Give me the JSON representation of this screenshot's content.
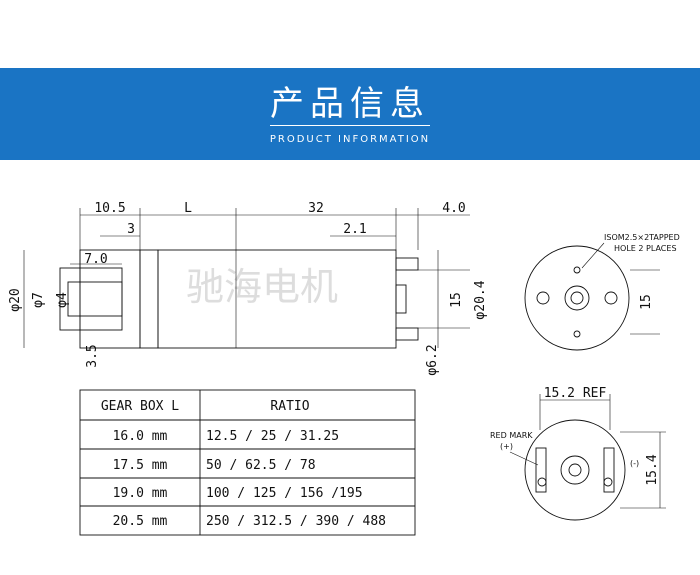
{
  "header": {
    "title_cn": "产品信息",
    "title_en": "PRODUCT INFORMATION"
  },
  "watermark": "驰海电机",
  "side_view": {
    "dims_top": [
      "10.5",
      "L",
      "32",
      "4.0"
    ],
    "dim_3": "3",
    "dim_2_1": "2.1",
    "dim_7_0": "7.0",
    "dim_d20": "φ20",
    "dim_d7": "φ7",
    "dim_d4": "φ4",
    "dim_3_5": "3.5",
    "dim_15": "15",
    "dim_d20_4": "φ20.4",
    "dim_d6_2": "φ6.2"
  },
  "front_view": {
    "note_line1": "ISOM2.5×2TAPPED",
    "note_line2": "HOLE 2 PLACES",
    "dim_15": "15"
  },
  "rear_view": {
    "ref": "15.2 REF",
    "red_mark": "RED MARK",
    "plus": "(+)",
    "minus": "(-)",
    "dim_15_4": "15.4"
  },
  "table": {
    "headers": [
      "GEAR BOX L",
      "RATIO"
    ],
    "rows": [
      [
        "16.0  mm",
        "12.5 / 25 / 31.25"
      ],
      [
        "17.5  mm",
        "50 / 62.5 / 78"
      ],
      [
        "19.0  mm",
        "100 / 125 / 156 /195"
      ],
      [
        "20.5  mm",
        "250 / 312.5 / 390 / 488"
      ]
    ]
  }
}
